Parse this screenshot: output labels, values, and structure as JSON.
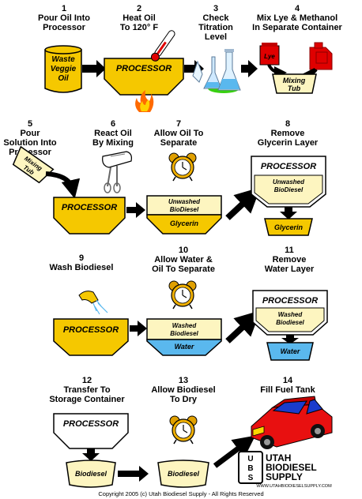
{
  "steps": [
    {
      "num": "1",
      "lines": [
        "Pour Oil Into",
        "Processor"
      ]
    },
    {
      "num": "2",
      "lines": [
        "Heat Oil",
        "To 120° F"
      ]
    },
    {
      "num": "3",
      "lines": [
        "Check",
        "Titration",
        "Level"
      ]
    },
    {
      "num": "4",
      "lines": [
        "Mix Lye & Methanol",
        "In Separate Container"
      ]
    },
    {
      "num": "5",
      "lines": [
        "Pour",
        "Solution Into",
        "Processor"
      ]
    },
    {
      "num": "6",
      "lines": [
        "React Oil",
        "By Mixing"
      ]
    },
    {
      "num": "7",
      "lines": [
        "Allow Oil To",
        "Separate"
      ]
    },
    {
      "num": "8",
      "lines": [
        "Remove",
        "Glycerin Layer"
      ]
    },
    {
      "num": "9",
      "lines": [
        "Wash Biodiesel"
      ]
    },
    {
      "num": "10",
      "lines": [
        "Allow Water &",
        "Oil To Separate"
      ]
    },
    {
      "num": "11",
      "lines": [
        "Remove",
        "Water Layer"
      ]
    },
    {
      "num": "12",
      "lines": [
        "Transfer To",
        "Storage Container"
      ]
    },
    {
      "num": "13",
      "lines": [
        "Allow Biodiesel",
        "To Dry"
      ]
    },
    {
      "num": "14",
      "lines": [
        "Fill Fuel Tank"
      ]
    }
  ],
  "labels": {
    "waste_oil": [
      "Waste",
      "Veggie",
      "Oil"
    ],
    "processor": "PROCESSOR",
    "lye": "Lye",
    "mixing_tub": [
      "Mixing",
      "Tub"
    ],
    "unwashed": [
      "Unwashed",
      "BioDiesel"
    ],
    "glycerin": "Glycerin",
    "washed": [
      "Washed",
      "Biodiesel"
    ],
    "water": "Water",
    "biodiesel": "Biodiesel"
  },
  "logo": {
    "initials": "UBS",
    "name_lines": [
      "UTAH",
      "BIODIESEL",
      "SUPPLY"
    ],
    "url": "WWW.UTAHBIODIESELSUPPLY.COM"
  },
  "copyright": "Copyright 2005 (c) Utah Biodiesel Supply - All Rights Reserved",
  "colors": {
    "yellow": "#f5c800",
    "cream": "#fdf5c0",
    "water": "#5ab8ee",
    "outline": "#000000",
    "flame": "#ff6a00",
    "car_red": "#e81010",
    "car_blue": "#1a3ccc",
    "lye_red": "#e00000",
    "flask_green": "#38d010"
  }
}
